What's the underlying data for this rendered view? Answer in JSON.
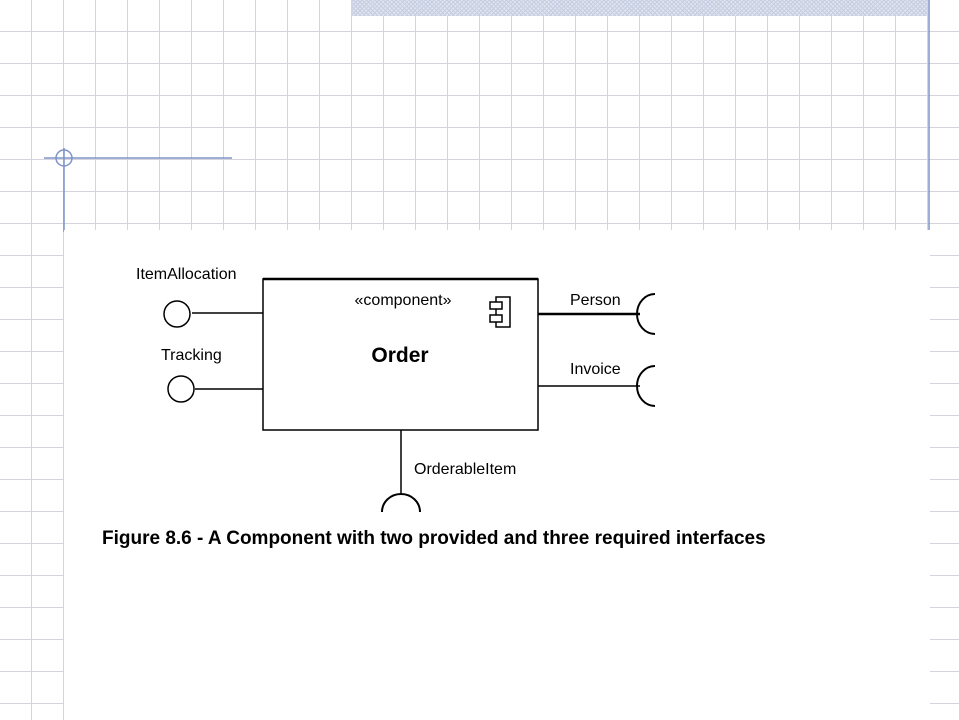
{
  "component": {
    "stereotype": "«component»",
    "name": "Order"
  },
  "provided_interfaces": [
    {
      "label": "ItemAllocation"
    },
    {
      "label": "Tracking"
    }
  ],
  "required_interfaces": [
    {
      "label": "Person"
    },
    {
      "label": "Invoice"
    },
    {
      "label": "OrderableItem"
    }
  ],
  "caption": "Figure 8.6 - A Component with two provided and three required interfaces",
  "colors": {
    "decor_line": "#7f93c9",
    "grid_line": "#d4d4dc",
    "band": "#dfe4f0"
  }
}
